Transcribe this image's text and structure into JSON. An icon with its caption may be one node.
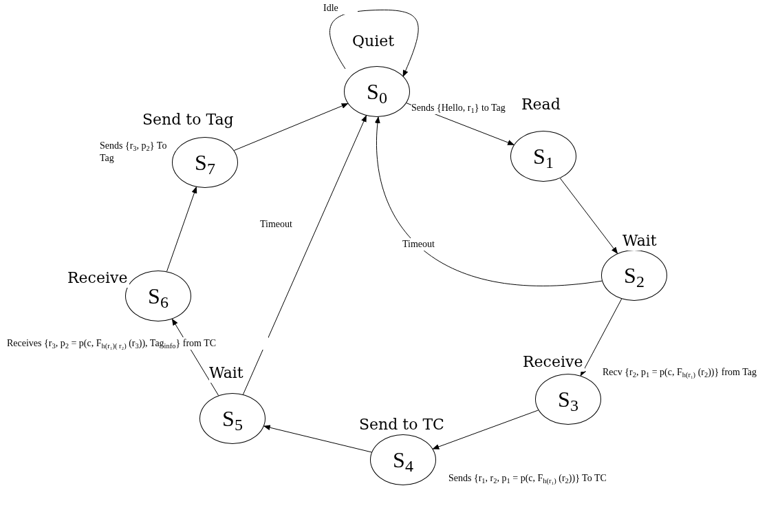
{
  "diagram": {
    "nodes": [
      {
        "text": [
          "S$_{0}$"
        ],
        "beside": [
          "Quiet"
        ]
      },
      {
        "text": [
          "S$_{1}$"
        ],
        "beside": [
          "Read"
        ]
      },
      {
        "text": [
          "S$_{2}$"
        ],
        "beside": [
          "Wait"
        ]
      },
      {
        "text": [
          "S$_{3}$"
        ],
        "beside": [
          "Receive"
        ]
      },
      {
        "text": [
          "S$_{4}$"
        ],
        "beside": [
          "Send to TC",
          "Sends {r$_{1}$, r$_{2}$, p$_{1}$ = p(c, F$_{h(r₁)}$ (r$_{2}$))} To TC"
        ]
      },
      {
        "text": [
          "S$_{5}$"
        ],
        "beside": [
          "Wait"
        ]
      },
      {
        "text": [
          "S$_{6}$"
        ],
        "beside": [
          "Receive"
        ]
      },
      {
        "text": [
          "S$_{7}$"
        ],
        "beside": [
          "Send to Tag",
          "Sends {r$_{3}$, p$_{2}$} To Tag"
        ]
      }
    ],
    "edges": [
      {
        "from": 0,
        "to": 0,
        "arrow": "to",
        "label": "Idle"
      },
      {
        "from": 0,
        "to": 1,
        "arrow": "to",
        "label": "Sends {Hello, r$_{1}$} to Tag"
      },
      {
        "from": 1,
        "to": 2,
        "arrow": "to"
      },
      {
        "from": 2,
        "to": 3,
        "arrow": "to",
        "label": "Recv {r$_{2}$, p$_{1}$ = p(c, F$_{h(r₁)}$ (r$_{2}$))} from Tag"
      },
      {
        "from": 3,
        "to": 4,
        "arrow": "to"
      },
      {
        "from": 4,
        "to": 5,
        "arrow": "to"
      },
      {
        "from": 5,
        "to": 6,
        "arrow": "to",
        "label": "Receives {r$_{3}$, p$_{2}$ = p(c, F$_{h(r₁)( r₂)}$ (r$_{3}$)), Tag$_{info}$} from TC"
      },
      {
        "from": 6,
        "to": 7,
        "arrow": "to"
      },
      {
        "from": 7,
        "to": 0,
        "arrow": "to"
      },
      {
        "from": 2,
        "to": 0,
        "arrow": "to",
        "label": "Timeout"
      },
      {
        "from": 5,
        "to": 0,
        "arrow": "to",
        "label": "Timeout"
      }
    ]
  }
}
